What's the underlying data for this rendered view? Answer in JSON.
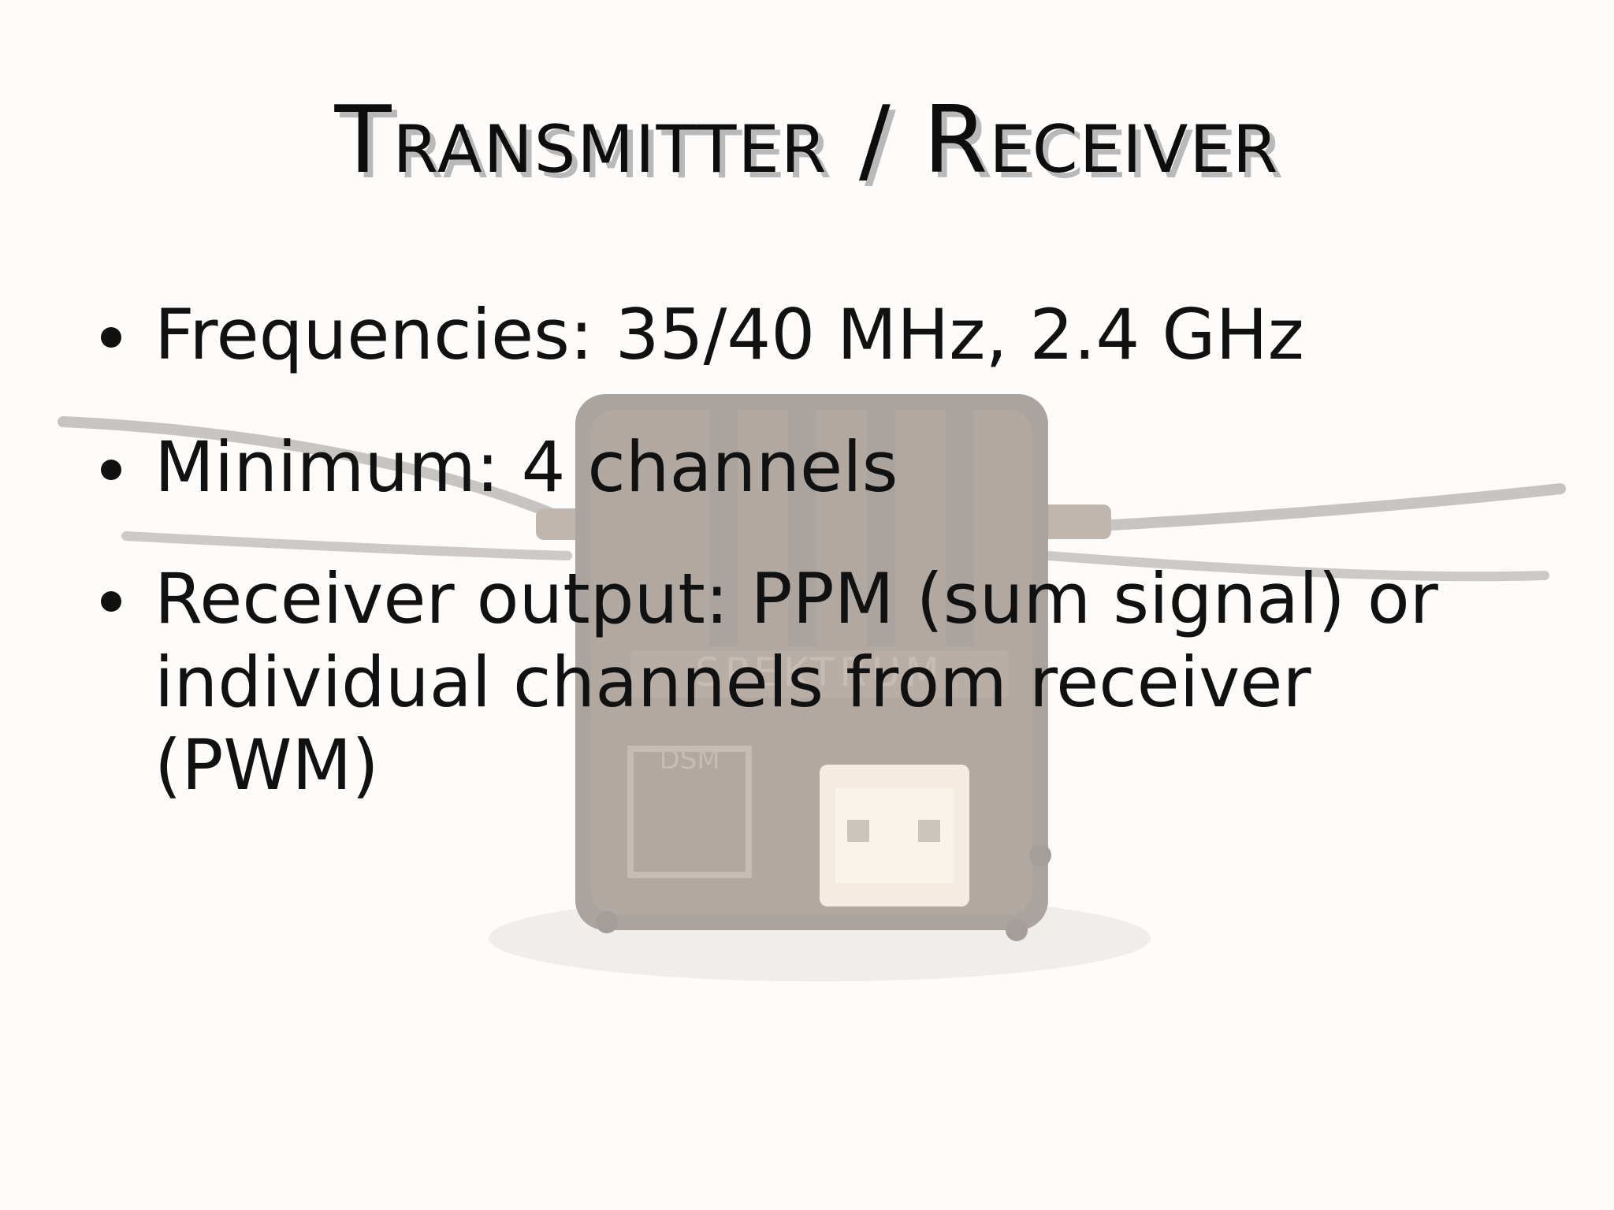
{
  "slide": {
    "title": "Transmitter / Receiver",
    "bullets": [
      {
        "text": "Frequencies: 35/40 MHz, 2.4 GHz"
      },
      {
        "text": "Minimum: 4 channels"
      },
      {
        "text": "Receiver output: PPM (sum signal) or individual channels from receiver (PWM)"
      }
    ],
    "background_image": {
      "subject": "receiver-module-photo",
      "stamped_text": [
        "SPEKTRUM",
        "DSM"
      ]
    }
  }
}
